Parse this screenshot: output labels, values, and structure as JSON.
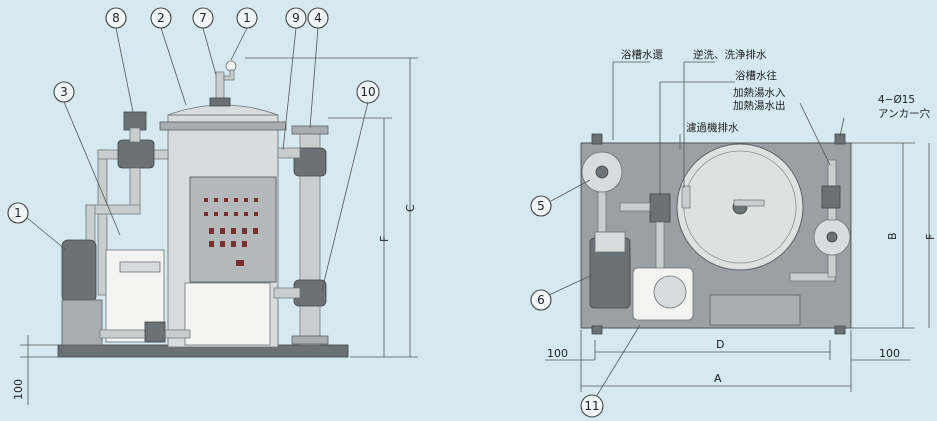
{
  "callouts": {
    "c1": "1",
    "c2": "2",
    "c3": "3",
    "c4": "4",
    "c5": "5",
    "c6": "6",
    "c7": "7",
    "c8": "8",
    "c9": "9",
    "c10": "10",
    "c11": "11",
    "c1b": "1"
  },
  "dimensions": {
    "C": "C",
    "F": "F",
    "B": "B",
    "F_right": "F",
    "D": "D",
    "A": "A",
    "left_100": "100",
    "right_100": "100",
    "base_100": "100"
  },
  "plan_labels": {
    "bath_return": "浴槽水還",
    "backwash_drain": "逆洗、洗浄排水",
    "bath_supply": "浴槽水往",
    "heated_in": "加熱湯水入",
    "heated_out": "加熱湯水出",
    "filter_drain": "濾過機排水",
    "anchor_spec": "4−Ø15",
    "anchor_label": "アンカー穴"
  },
  "colors": {
    "background": "#d6e9f1",
    "panel": "#b3b8ba",
    "tank": "#d9dcdc"
  }
}
